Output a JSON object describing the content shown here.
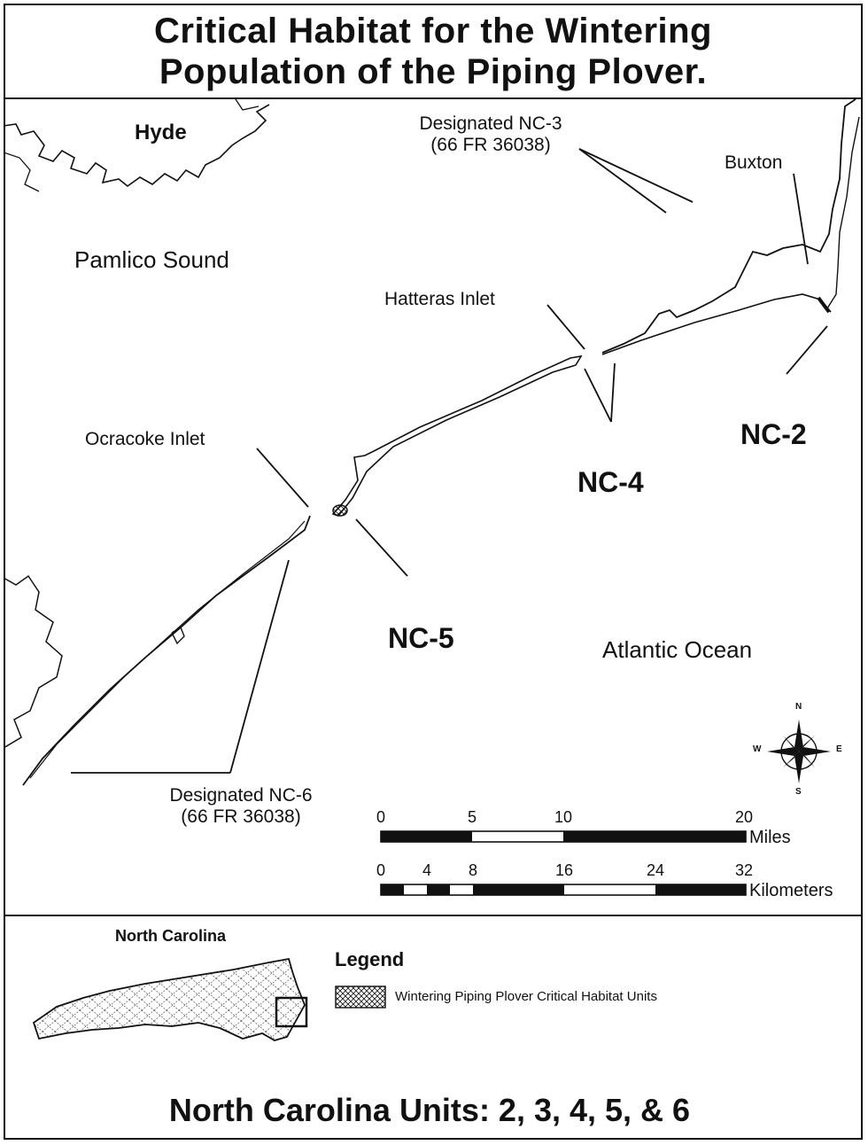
{
  "title": {
    "line1": "Critical Habitat for the Wintering",
    "line2": "Population of the Piping Plover."
  },
  "map": {
    "places": {
      "hyde": "Hyde",
      "pamlico_sound": "Pamlico Sound",
      "atlantic_ocean": "Atlantic Ocean",
      "buxton": "Buxton",
      "hatteras_inlet": "Hatteras Inlet",
      "ocracoke_inlet": "Ocracoke Inlet"
    },
    "units": {
      "nc2": "NC-2",
      "nc4": "NC-4",
      "nc5": "NC-5"
    },
    "designated_nc3": {
      "line1": "Designated NC-3",
      "line2": "(66 FR 36038)"
    },
    "designated_nc6": {
      "line1": "Designated NC-6",
      "line2": "(66 FR 36038)"
    },
    "compass": {
      "n": "N",
      "s": "S",
      "e": "E",
      "w": "W"
    },
    "scale_miles": {
      "ticks": [
        "0",
        "5",
        "10",
        "20"
      ],
      "unit": "Miles"
    },
    "scale_km": {
      "ticks": [
        "0",
        "4",
        "8",
        "16",
        "24",
        "32"
      ],
      "unit": "Kilometers"
    }
  },
  "inset": {
    "state_label": "North Carolina"
  },
  "legend": {
    "title": "Legend",
    "item": "Wintering Piping Plover Critical Habitat Units"
  },
  "footer": {
    "units_title": "North Carolina Units: 2, 3, 4, 5, & 6"
  }
}
